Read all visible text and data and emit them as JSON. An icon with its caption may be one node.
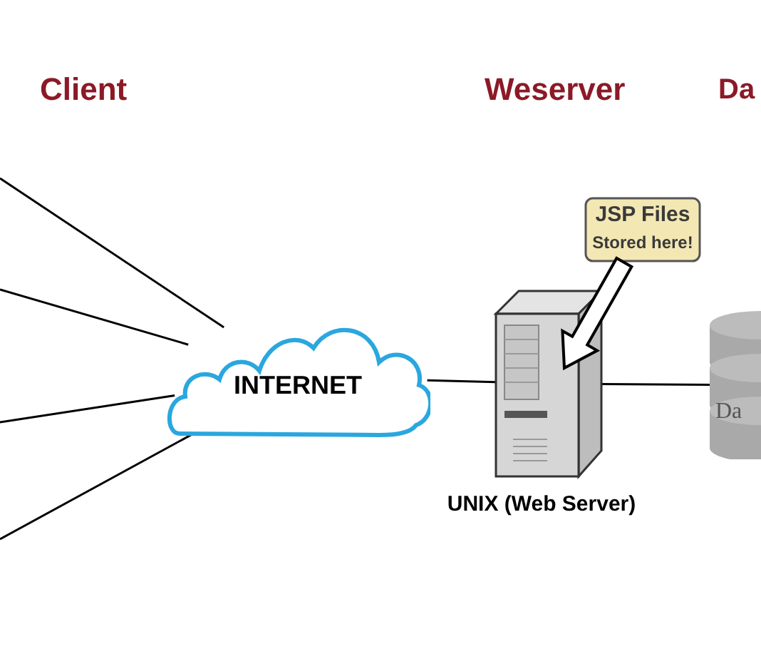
{
  "diagram": {
    "nodes": [
      {
        "text": [
          "INTERNET"
        ]
      },
      {
        "text": [],
        "shape": "picture",
        "beside": [
          "UNIX (Web Server)"
        ]
      },
      {
        "text": [
          "Da"
        ]
      },
      {
        "text": [
          "JSP Files",
          "Stored here!"
        ]
      }
    ],
    "edges": [
      {
        "from": null,
        "to": 0,
        "arrow": "none"
      },
      {
        "from": null,
        "to": 0,
        "arrow": "none"
      },
      {
        "from": null,
        "to": 0,
        "arrow": "none"
      },
      {
        "from": null,
        "to": 0,
        "arrow": "none"
      },
      {
        "from": 0,
        "to": 1,
        "arrow": "none"
      },
      {
        "from": 1,
        "to": 2,
        "arrow": "none"
      },
      {
        "from": 3,
        "to": 1,
        "arrow": "to"
      }
    ],
    "labels": [
      "Client",
      "Weserver",
      "Da"
    ]
  }
}
